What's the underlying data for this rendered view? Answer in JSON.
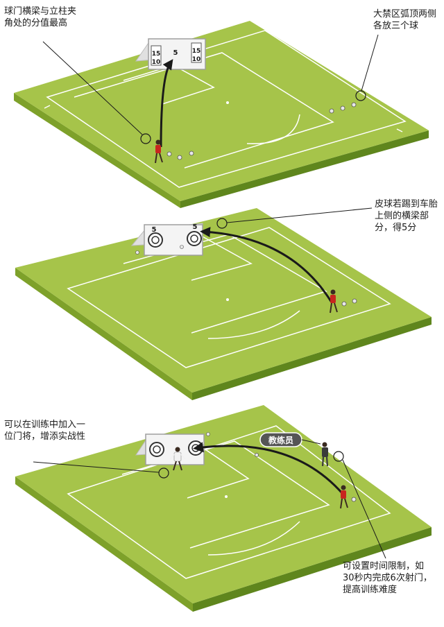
{
  "colors": {
    "pitch_top": "#a6c44a",
    "pitch_left": "#7ea12a",
    "pitch_right": "#5f861d",
    "line": "#ffffff",
    "ball_path": "#1a1a1a",
    "player_kit": "#c8261f",
    "keeper_kit": "#f2f2f2",
    "coach_kit": "#3a3a3a",
    "label_text": "#1a1a1a",
    "coach_tag_bg": "#555555"
  },
  "panel1": {
    "callout_left": "球门横梁与立柱夹角处的分值最高",
    "callout_right": "大禁区弧顶两侧各放三个球",
    "goal_scores": {
      "top_left": "15",
      "bottom_left": "10",
      "center": "5",
      "top_right": "15",
      "bottom_right": "10"
    }
  },
  "panel2": {
    "callout_right": "皮球若踢到车胎上侧的横梁部分，得5分",
    "goal_scores": {
      "left": "5",
      "right": "5"
    }
  },
  "panel3": {
    "callout_left": "可以在训练中加入一位门将，增添实战性",
    "coach_tag": "教练员",
    "callout_bottom": "可设置时间限制，如30秒内完成6次射门，提高训练难度"
  }
}
